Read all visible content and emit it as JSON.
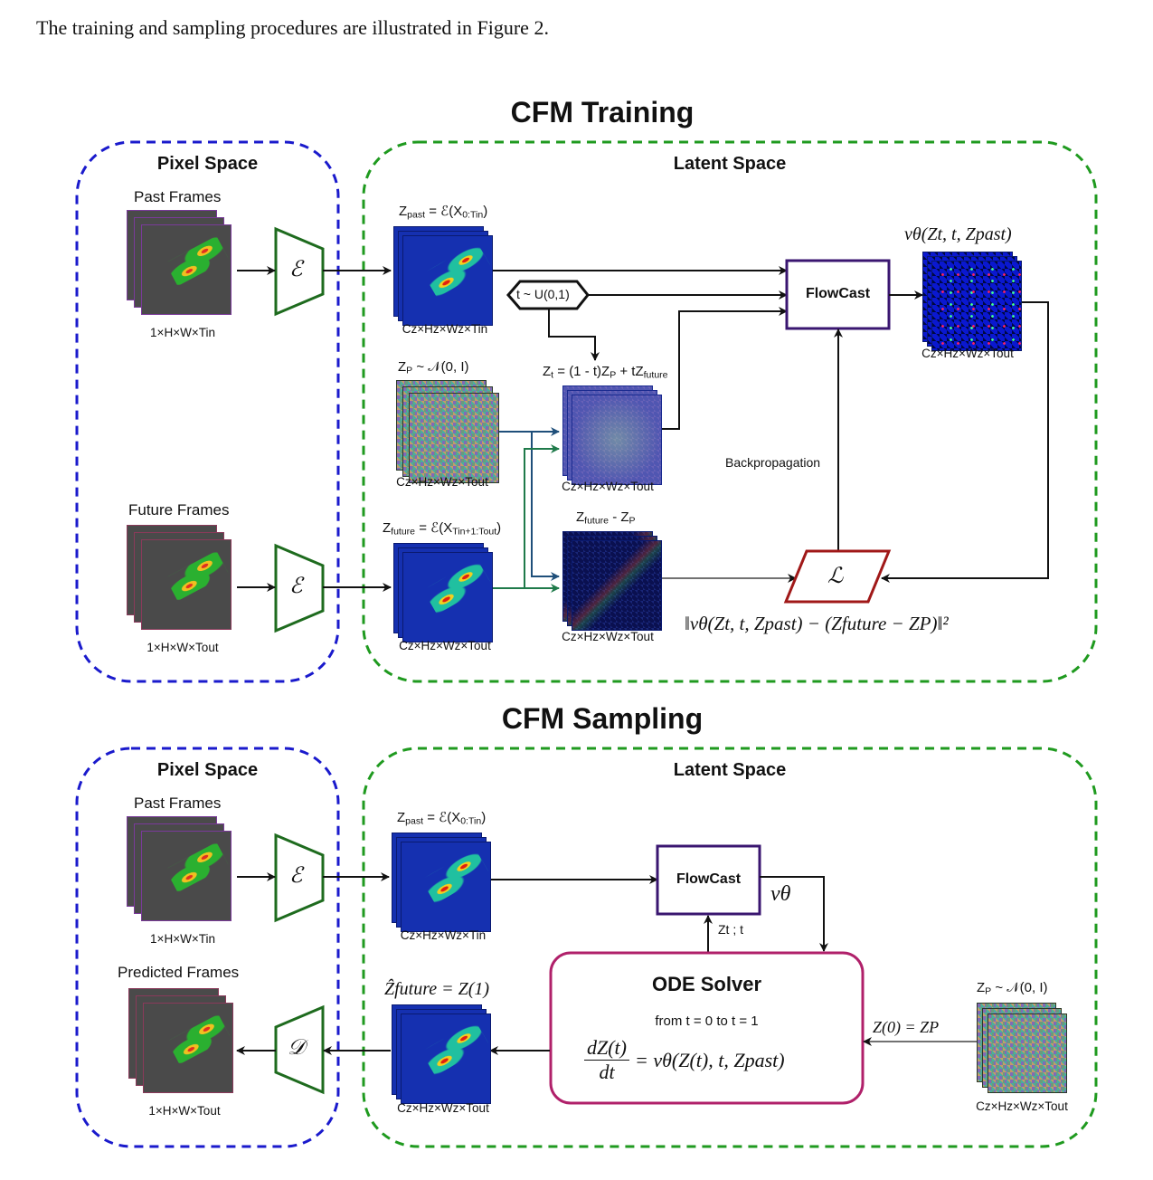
{
  "intro_text": "The training and sampling procedures are illustrated in Figure 2.",
  "training": {
    "title": "CFM Training",
    "pixel_space": {
      "title": "Pixel Space",
      "past_frames": {
        "label": "Past Frames",
        "dims": "1×H×W×Tin"
      },
      "future_frames": {
        "label": "Future Frames",
        "dims": "1×H×W×Tout"
      },
      "encoder_symbol": "ℰ"
    },
    "latent_space": {
      "title": "Latent Space",
      "z_past": {
        "label_main": "Z",
        "label_sub": "past",
        "label_eq": " = ℰ(X",
        "label_eq_sub": "0:Tin",
        "label_close": ")",
        "dims": "Cz×Hz×Wz×Tin"
      },
      "z_p": {
        "label_main": "Z",
        "label_sub": "P",
        "label_eq": " ~ 𝒩(0, I)",
        "dims": "Cz×Hz×Wz×Tout"
      },
      "z_future": {
        "label_main": "Z",
        "label_sub": "future",
        "label_eq": " = ℰ(X",
        "label_eq_sub": "Tin+1:Tout",
        "label_close": ")",
        "dims": "Cz×Hz×Wz×Tout"
      },
      "z_t": {
        "label": "Z",
        "label_sub": "t",
        "label_eq": " = (1 - t)Z",
        "label_eq_sub": "P",
        "label_plus": " + tZ",
        "label_plus_sub": "future",
        "dims": "Cz×Hz×Wz×Tout"
      },
      "target": {
        "label_main": "Z",
        "label_sub": "future",
        "label_minus": " - Z",
        "label_minus_sub": "P",
        "dims": "Cz×Hz×Wz×Tout"
      },
      "t_sample": "t ~ U(0,1)",
      "model": "FlowCast",
      "velocity": {
        "label": "vθ(Zt, t, Zpast)",
        "dims": "Cz×Hz×Wz×Tout"
      },
      "backprop": "Backpropagation",
      "loss_symbol": "ℒ",
      "loss_formula": "‖vθ(Zt, t, Zpast) − (Zfuture − ZP)‖²"
    }
  },
  "sampling": {
    "title": "CFM Sampling",
    "pixel_space": {
      "title": "Pixel Space",
      "past_frames": {
        "label": "Past Frames",
        "dims": "1×H×W×Tin"
      },
      "predicted_frames": {
        "label": "Predicted Frames",
        "dims": "1×H×W×Tout"
      },
      "encoder_symbol": "ℰ",
      "decoder_symbol": "𝒟"
    },
    "latent_space": {
      "title": "Latent Space",
      "z_past": {
        "label_main": "Z",
        "label_sub": "past",
        "label_eq": " = ℰ(X",
        "label_eq_sub": "0:Tin",
        "label_close": ")",
        "dims": "Cz×Hz×Wz×Tin"
      },
      "model": "FlowCast",
      "v_theta": "vθ",
      "zt_input": "Zt ; t",
      "ode": {
        "title": "ODE Solver",
        "range": "from t = 0 to t = 1",
        "equation_lhs_num": "dZ(t)",
        "equation_lhs_den": "dt",
        "equation_rhs": "= vθ(Z(t), t, Zpast)"
      },
      "z_hat": {
        "label": "Ẑfuture = Z(1)",
        "dims": "Cz×Hz×Wz×Tout"
      },
      "z_p": {
        "label_main": "Z",
        "label_sub": "P",
        "label_eq": " ~ 𝒩(0, I)",
        "dims": "Cz×Hz×Wz×Tout"
      },
      "z0": "Z(0) = ZP"
    }
  },
  "colors": {
    "pixel_border": "#1a1acc",
    "latent_border": "#1f9a1f",
    "encoder": "#1e6b1e",
    "flowcast": "#3a1670",
    "loss": "#a01818",
    "ode": "#b0206a",
    "arrow_blue": "#1f4f7a",
    "arrow_green": "#1f7a4a"
  }
}
